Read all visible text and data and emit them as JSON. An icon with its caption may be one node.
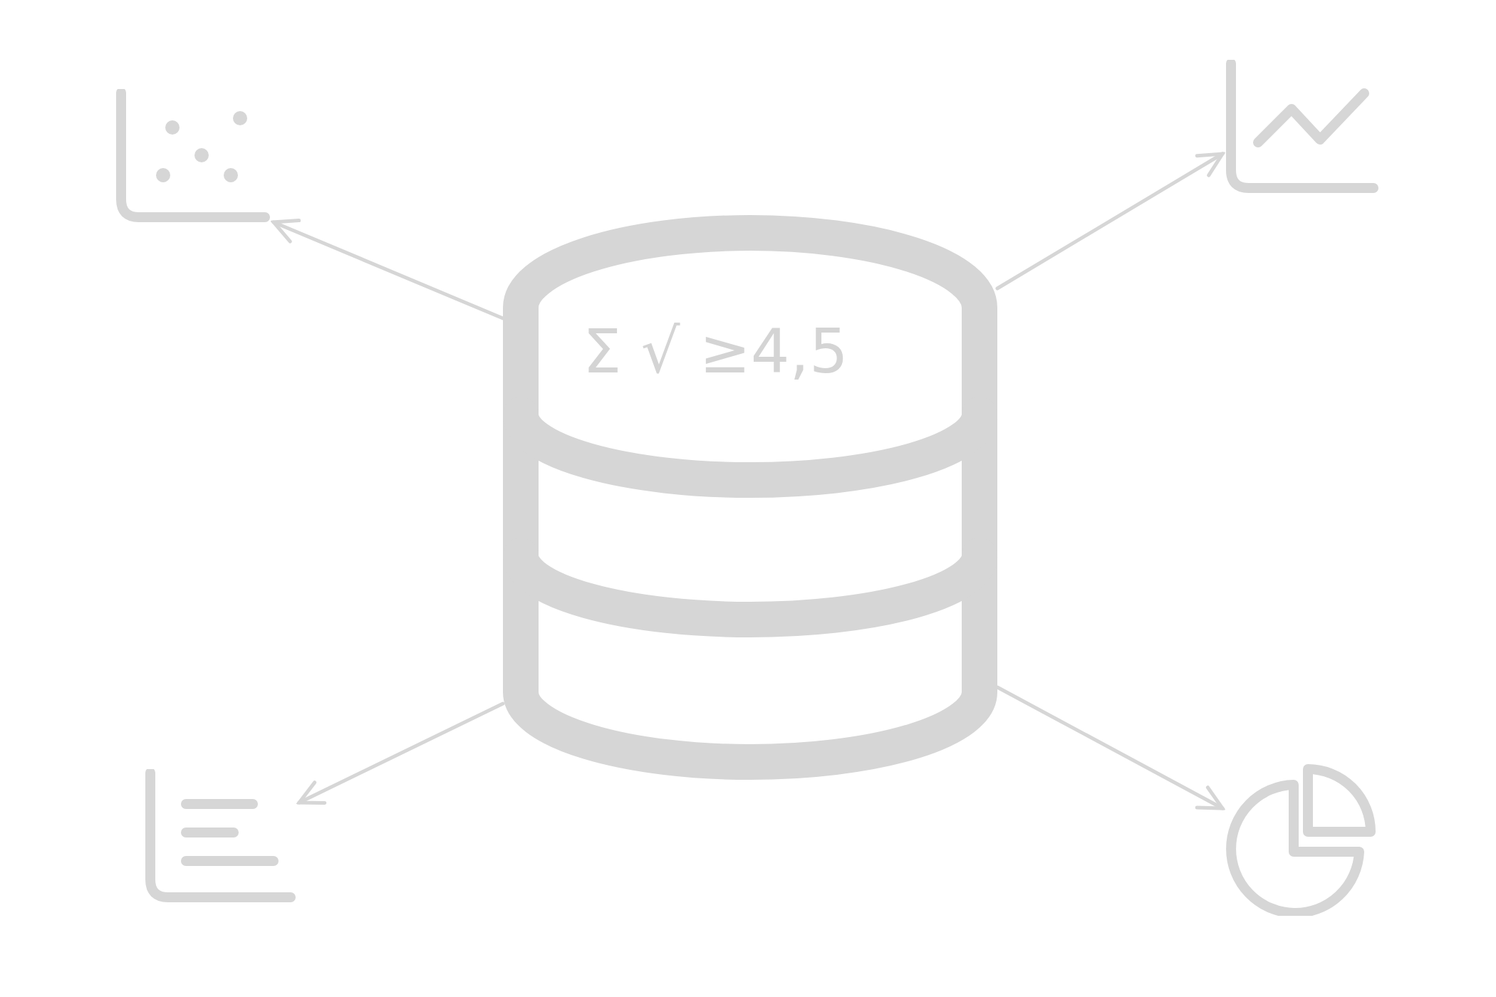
{
  "diagram": {
    "nodes": [
      {
        "text": [],
        "shape": "picture"
      },
      {
        "text": [],
        "shape": "picture"
      },
      {
        "text": [
          "Σ √ ≥4,5"
        ]
      },
      {
        "text": [],
        "shape": "picture"
      },
      {
        "text": [],
        "shape": "picture"
      }
    ],
    "edges": [
      {
        "from": 2,
        "to": 0,
        "arrow": "to"
      },
      {
        "from": 2,
        "to": 1,
        "arrow": "to"
      },
      {
        "from": 2,
        "to": 3,
        "arrow": "to"
      },
      {
        "from": 2,
        "to": 4,
        "arrow": "to"
      }
    ]
  }
}
